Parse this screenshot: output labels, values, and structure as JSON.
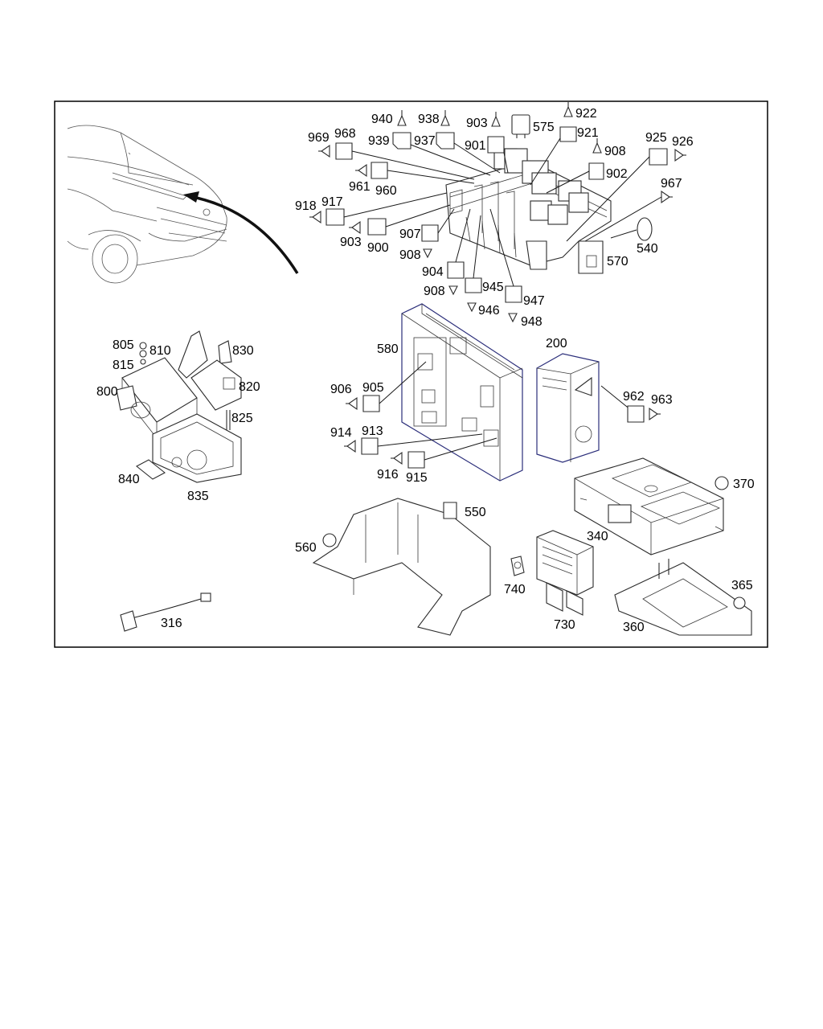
{
  "labels": {
    "l940": "940",
    "l938": "938",
    "l903a": "903",
    "l922": "922",
    "l575": "575",
    "l939": "939",
    "l937": "937",
    "l901": "901",
    "l921": "921",
    "l969": "969",
    "l968": "968",
    "l908a": "908",
    "l925": "925",
    "l926": "926",
    "l902": "902",
    "l961": "961",
    "l960": "960",
    "l967": "967",
    "l918": "918",
    "l917": "917",
    "l903b": "903",
    "l900": "900",
    "l907": "907",
    "l908b": "908",
    "l540": "540",
    "l570": "570",
    "l904": "904",
    "l908c": "908",
    "l945": "945",
    "l947": "947",
    "l946": "946",
    "l948": "948",
    "l805": "805",
    "l810": "810",
    "l830": "830",
    "l815": "815",
    "l580": "580",
    "l200": "200",
    "l800": "800",
    "l820": "820",
    "l906": "906",
    "l905": "905",
    "l962": "962",
    "l963": "963",
    "l825": "825",
    "l914": "914",
    "l913": "913",
    "l916": "916",
    "l915": "915",
    "l840": "840",
    "l835": "835",
    "l370": "370",
    "l550": "550",
    "l340": "340",
    "l560": "560",
    "l740": "740",
    "l365": "365",
    "l316": "316",
    "l730": "730",
    "l360": "360"
  }
}
